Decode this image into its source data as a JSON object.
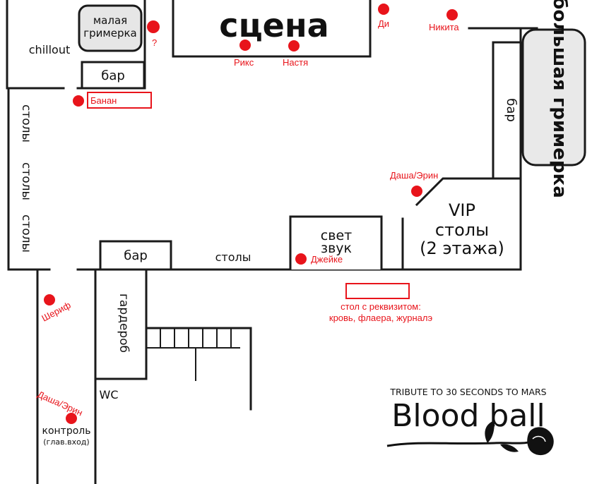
{
  "rooms": {
    "stage": "сцена",
    "small_dressing_line1": "малая",
    "small_dressing_line2": "гримерка",
    "chillout": "chillout",
    "bar_top": "бар",
    "bar_right": "бар",
    "big_dressing": "большая гримерка",
    "tables_left_1": "столы",
    "tables_left_2": "столы",
    "tables_left_3": "столы",
    "bar_bottom": "бар",
    "tables_mid": "столы",
    "light_sound_line1": "свет",
    "light_sound_line2": "звук",
    "vip_line1": "VIP",
    "vip_line2": "столы",
    "vip_line3": "(2 этажа)",
    "wardrobe": "гардероб",
    "wc": "WC",
    "control_line1": "контроль",
    "control_line2": "(глав.вход)"
  },
  "people": {
    "unknown": "?",
    "di": "Ди",
    "nikita": "Никита",
    "riks": "Рикс",
    "nastya": "Настя",
    "banan": "Банан",
    "dasha_erin_top": "Даша/Эрин",
    "jeike": "Джейке",
    "sherif": "Шериф",
    "dasha_erin_bottom": "Даша/Эрин"
  },
  "props_table": {
    "line1": "стол с реквизитом:",
    "line2": "кровь, флаера, журналэ"
  },
  "logo": {
    "tagline": "TRIBUTE TO 30 SECONDS TO MARS",
    "title": "Blood ball"
  },
  "colors": {
    "walls": "#1a1a1a",
    "marker": "#e8141b",
    "background": "#ffffff"
  }
}
